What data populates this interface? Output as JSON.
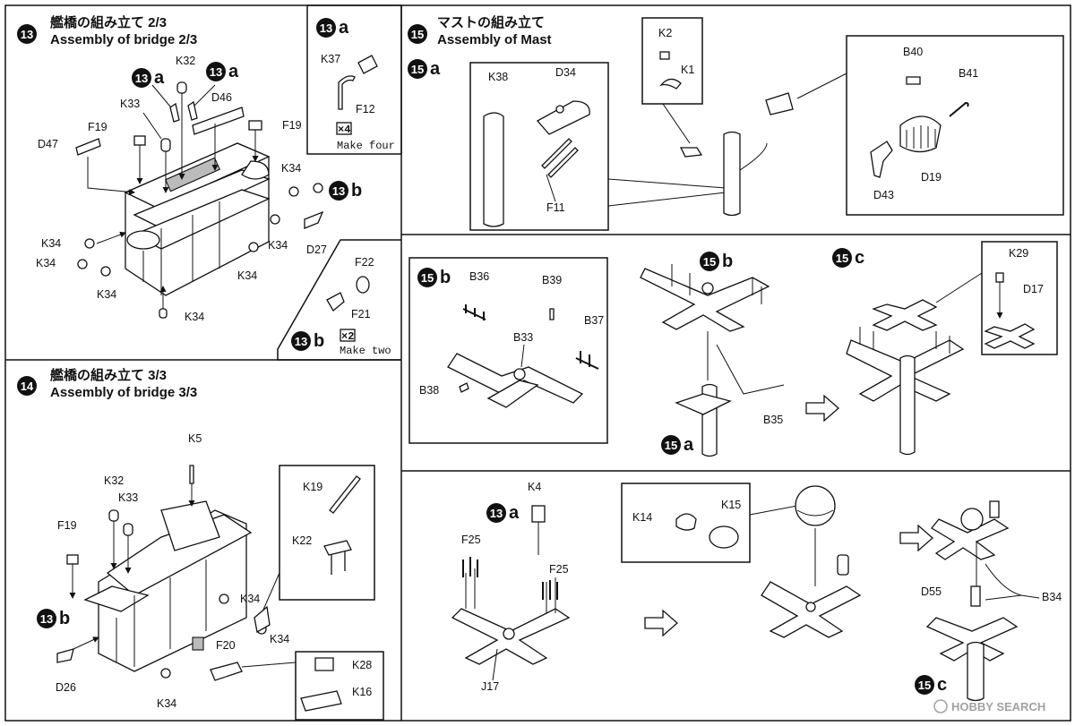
{
  "steps": {
    "s13": {
      "num": "13",
      "title_jp": "艦橋の組み立て 2/3",
      "title_en": "Assembly of bridge 2/3"
    },
    "s13a": {
      "num": "13",
      "letter": "a",
      "multiplier": "×4",
      "note": "Make four"
    },
    "s13b": {
      "num": "13",
      "letter": "b",
      "multiplier": "×2",
      "note": "Make two"
    },
    "s14": {
      "num": "14",
      "title_jp": "艦橋の組み立て 3/3",
      "title_en": "Assembly of bridge 3/3"
    },
    "s15": {
      "num": "15",
      "title_jp": "マストの組み立て",
      "title_en": "Assembly of Mast"
    },
    "s15a": {
      "num": "15",
      "letter": "a"
    },
    "s15b": {
      "num": "15",
      "letter": "b"
    },
    "s15c": {
      "num": "15",
      "letter": "c"
    }
  },
  "labels": {
    "K32": "K32",
    "K33": "K33",
    "D46": "D46",
    "F19": "F19",
    "D47": "D47",
    "K34": "K34",
    "D27": "D27",
    "K37": "K37",
    "F12": "F12",
    "F22": "F22",
    "F21": "F21",
    "K5": "K5",
    "K19": "K19",
    "K22": "K22",
    "F20": "F20",
    "D26": "D26",
    "K28": "K28",
    "K16": "K16",
    "K38": "K38",
    "D34": "D34",
    "F11": "F11",
    "K2": "K2",
    "K1": "K1",
    "B40": "B40",
    "B41": "B41",
    "D19": "D19",
    "D43": "D43",
    "B36": "B36",
    "B39": "B39",
    "B37": "B37",
    "B33": "B33",
    "B38": "B38",
    "B35": "B35",
    "K29": "K29",
    "D17": "D17",
    "K4": "K4",
    "F25": "F25",
    "J17": "J17",
    "K14": "K14",
    "K15": "K15",
    "D55": "D55",
    "B34": "B34"
  },
  "watermark": "HOBBY SEARCH"
}
